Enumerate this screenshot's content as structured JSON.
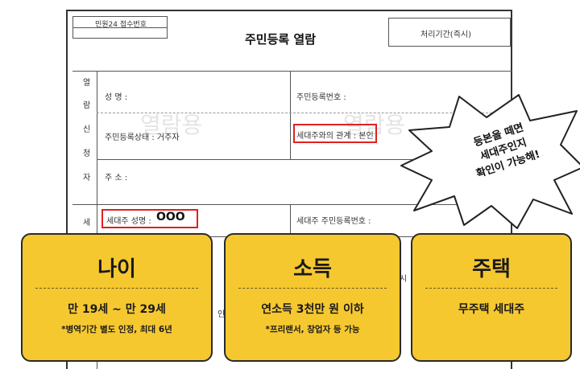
{
  "document": {
    "receipt_label": "민원24 접수번호",
    "title": "주민등록 열람",
    "processing_label": "처리기간(즉시)",
    "applicant_vertical": [
      "열",
      "람",
      "신",
      "청",
      "자"
    ],
    "name_label": "성 명 :",
    "rrn_label": "주민등록번호 :",
    "status_label": "주민등록상태 : 거주자",
    "relation_label": "세대주와의 관계 : 본인",
    "address_label": "주 소 :",
    "household_vertical": "세",
    "head_name_label": "세대주 성명 :",
    "head_name_value": "OOO",
    "head_rrn_label": "세대주 주민등록번호 :",
    "watermark": "열람용",
    "partial_text_1": "시",
    "partial_text_2": "인"
  },
  "callout": {
    "line1": "등본을 떼면",
    "line2": "세대주인지",
    "line3": "확인이 가능해!"
  },
  "cards": [
    {
      "title": "나이",
      "main": "만 19세 ~ 만 29세",
      "note": "*병역기간 별도 인정, 최대 6년"
    },
    {
      "title": "소득",
      "main": "연소득 3천만 원 이하",
      "note": "*프리랜서, 창업자 등 가능"
    },
    {
      "title": "주택",
      "main": "무주택 세대주",
      "note": ""
    }
  ],
  "colors": {
    "card_bg": "#f6c830",
    "highlight_border": "#e02020"
  }
}
